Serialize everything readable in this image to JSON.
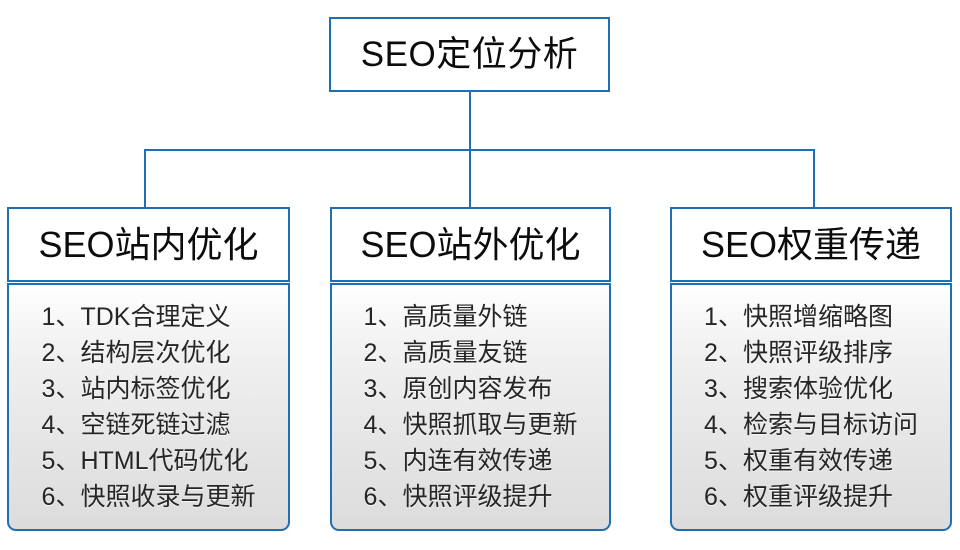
{
  "diagram": {
    "title": "SEO定位分析",
    "accent_color": "#1F6FB2",
    "text_color": "#0c0c0c",
    "root": {
      "label": "SEO定位分析"
    },
    "branches": [
      {
        "header": "SEO站内优化",
        "items": [
          "1、TDK合理定义",
          "2、结构层次优化",
          "3、站内标签优化",
          "4、空链死链过滤",
          "5、HTML代码优化",
          "6、快照收录与更新"
        ]
      },
      {
        "header": "SEO站外优化",
        "items": [
          "1、高质量外链",
          "2、高质量友链",
          "3、原创内容发布",
          "4、快照抓取与更新",
          "5、内连有效传递",
          "6、快照评级提升"
        ]
      },
      {
        "header": "SEO权重传递",
        "items": [
          "1、快照增缩略图",
          "2、快照评级排序",
          "3、搜索体验优化",
          "4、检索与目标访问",
          "5、权重有效传递",
          "6、权重评级提升"
        ]
      }
    ]
  }
}
